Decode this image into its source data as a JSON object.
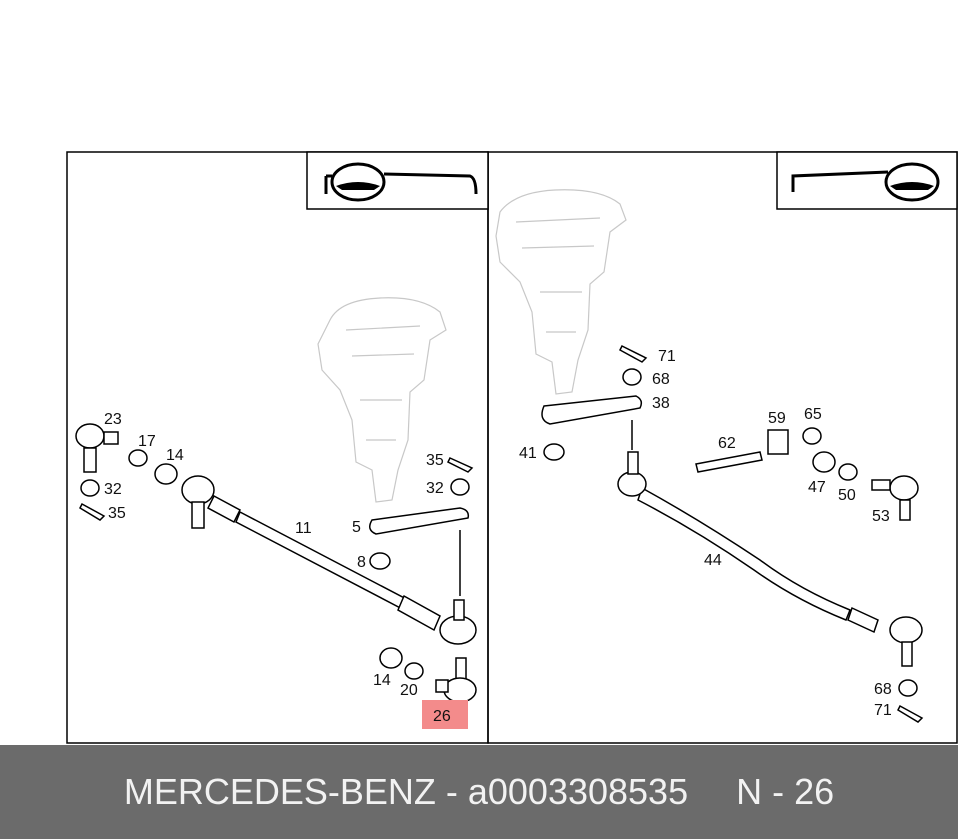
{
  "diagram": {
    "highlight_color": "#f38b8b",
    "left_panel": {
      "labels": [
        "23",
        "17",
        "14",
        "32",
        "35",
        "11",
        "35",
        "32",
        "5",
        "8",
        "14",
        "20",
        "26"
      ],
      "highlighted_label": "26"
    },
    "right_panel": {
      "labels": [
        "71",
        "68",
        "38",
        "41",
        "59",
        "65",
        "62",
        "47",
        "50",
        "53",
        "44",
        "68",
        "71"
      ]
    }
  },
  "footer": {
    "brand": "MERCEDES-BENZ",
    "separator": " - ",
    "part_number": "a0003308535",
    "ref": "N - 26",
    "background": "#6b6b6b"
  }
}
